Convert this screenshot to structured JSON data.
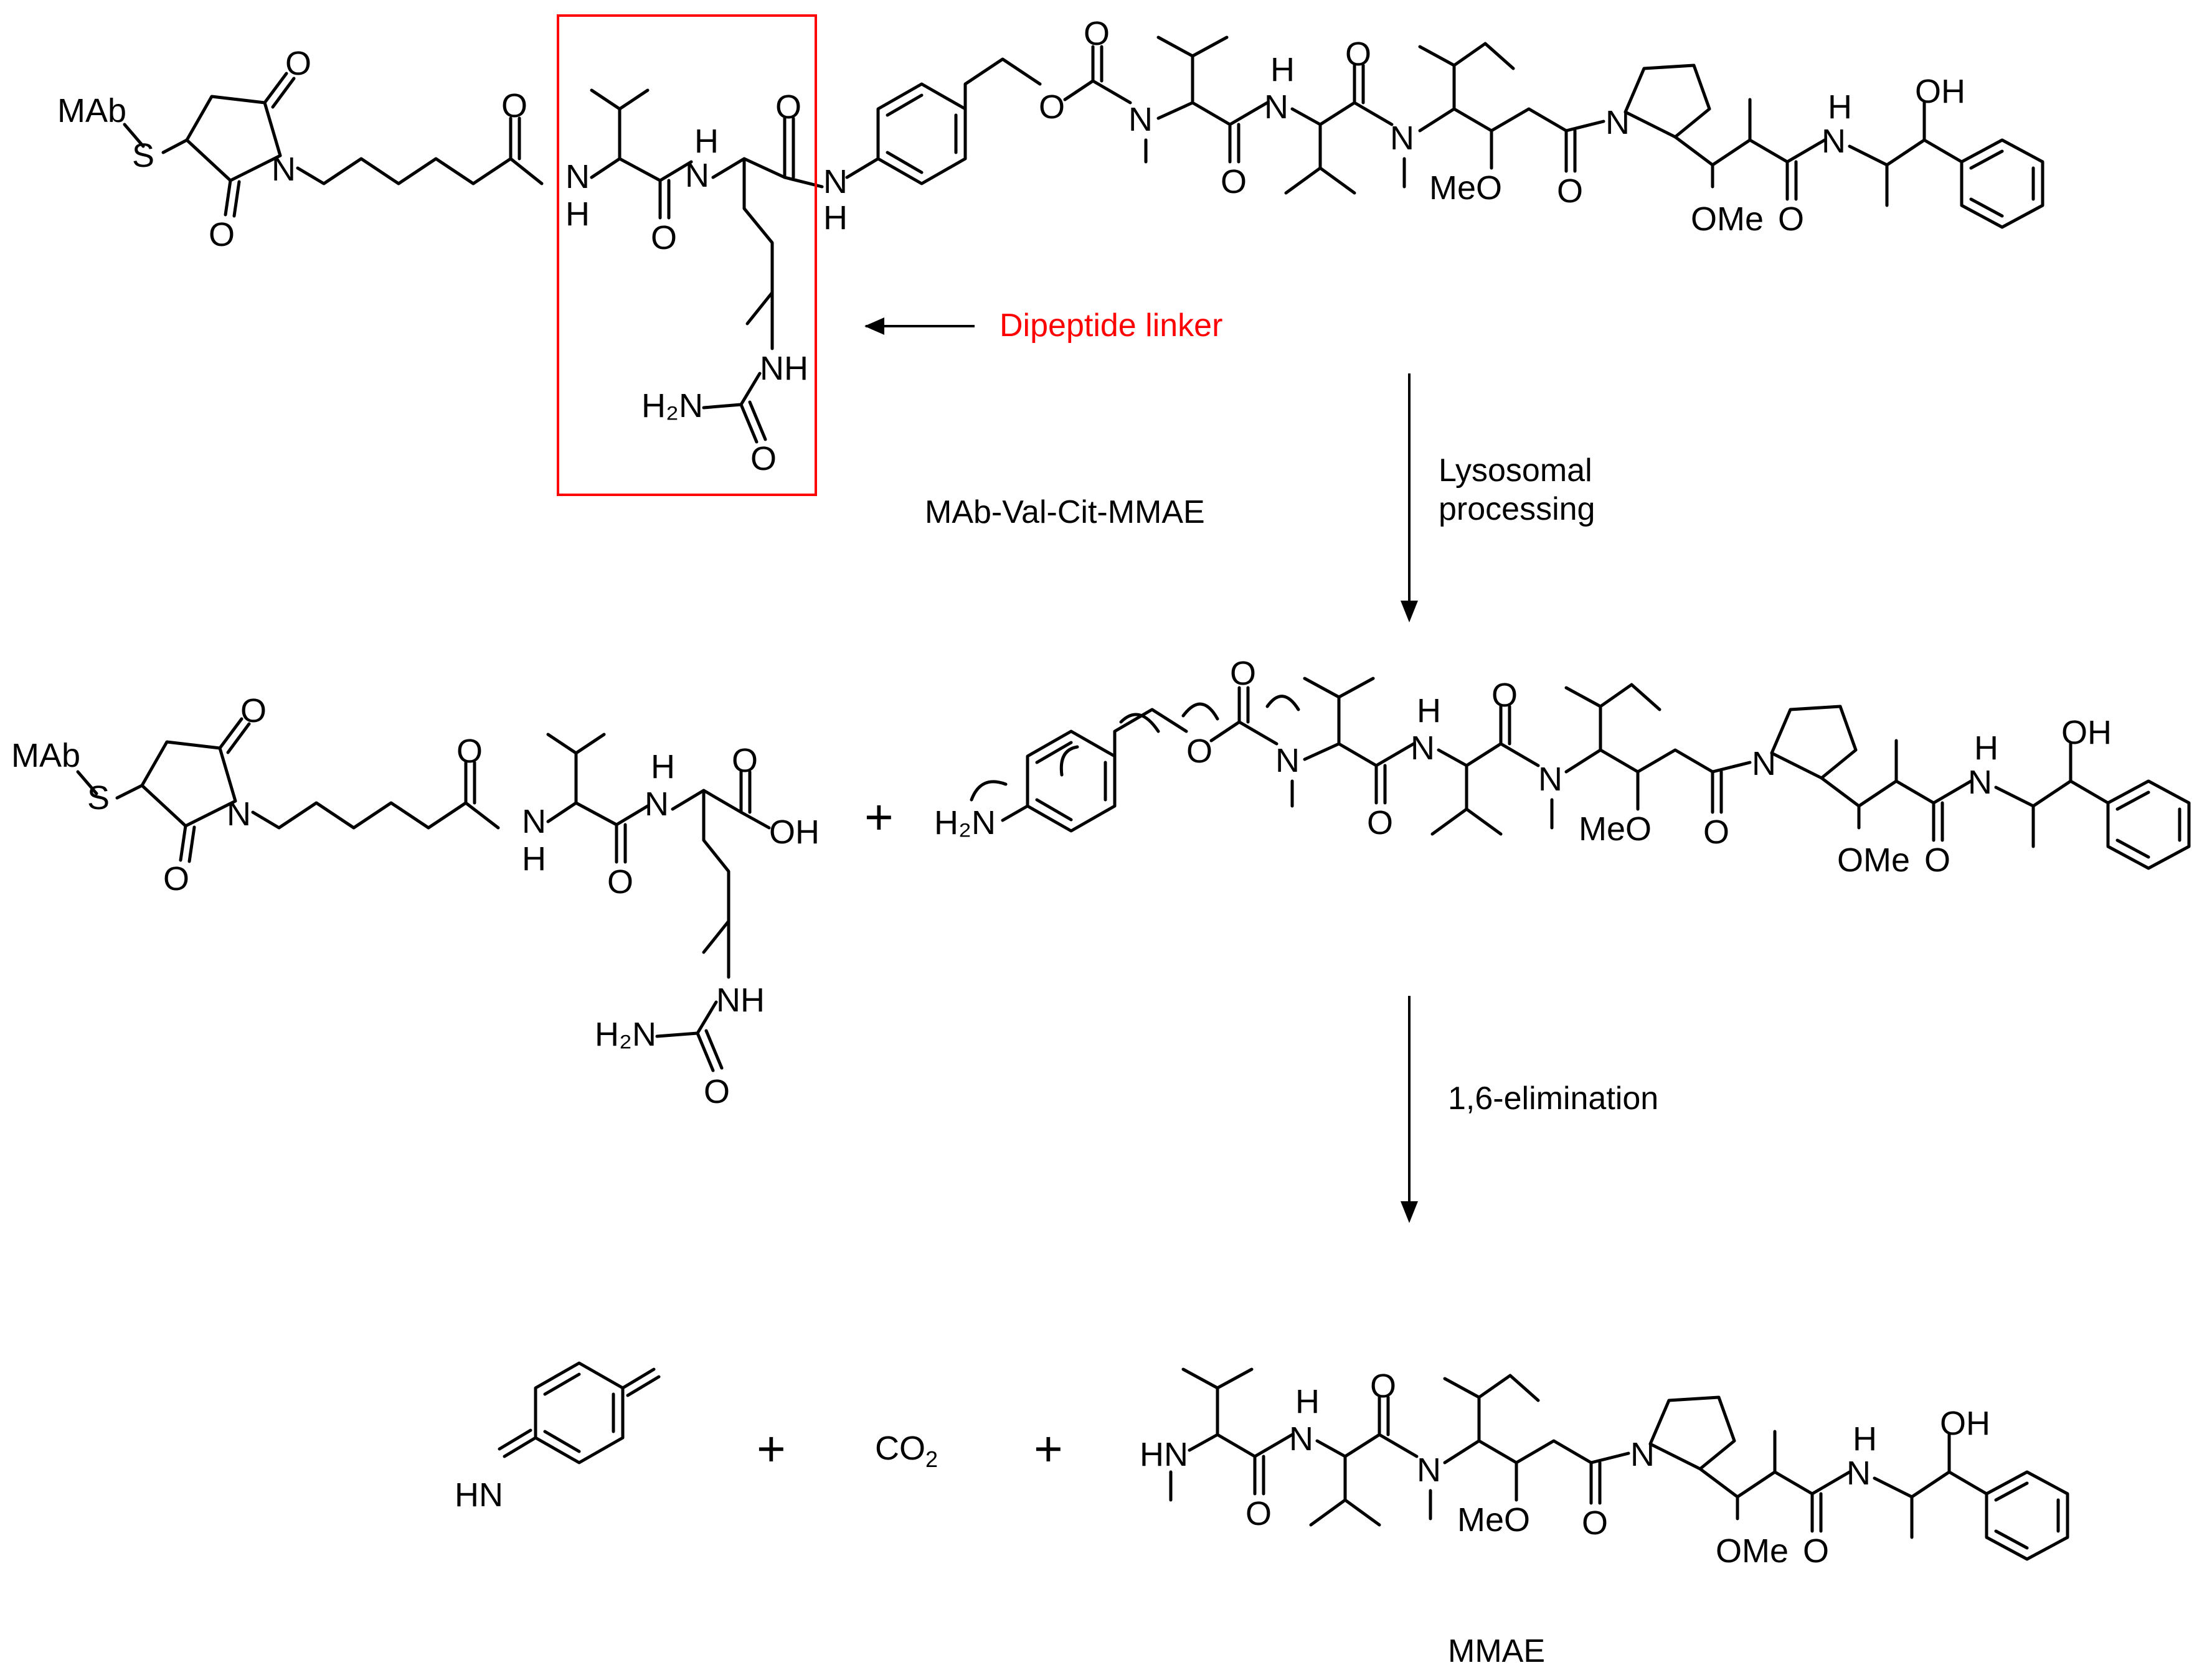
{
  "colors": {
    "accent": "#ff0000",
    "ink": "#000000",
    "background": "#ffffff"
  },
  "labels": {
    "mab": "MAb",
    "s": "S",
    "o": "O",
    "n": "N",
    "nh": "NH",
    "hn": "HN",
    "h": "H",
    "meo": "MeO",
    "ome": "OMe",
    "oh": "OH",
    "h2n": "H₂N",
    "plus": "+"
  },
  "captions": {
    "dipeptide_linker": "Dipeptide linker",
    "conjugate_name": "MAb-Val-Cit-MMAE",
    "step1_line1": "Lysosomal",
    "step1_line2": "processing",
    "step2": "1,6-elimination",
    "co2_main": "CO",
    "co2_sub": "2",
    "product_name": "MMAE"
  }
}
